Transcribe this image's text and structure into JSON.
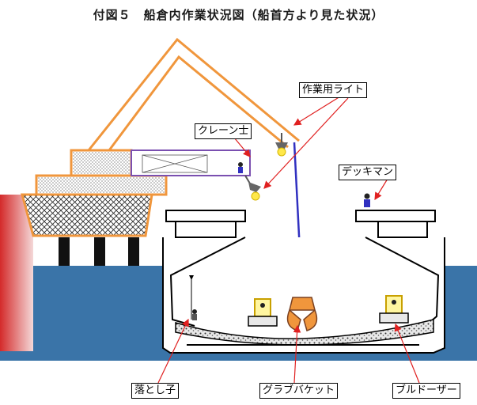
{
  "title": "付図５　船倉内作業状況図（船首方より見た状況）",
  "labels": {
    "light": "作業用ライト",
    "crane_operator": "クレーン士",
    "deckman": "デッキマン",
    "sinker": "落とし子",
    "grab_bucket": "グラブバケット",
    "bulldozer": "ブルドーザー"
  },
  "colors": {
    "crane": "#f0963c",
    "water": "#3a74a8",
    "arrow": "#e02020",
    "wire": "#3030c0",
    "cab": "#7a4fb0"
  }
}
